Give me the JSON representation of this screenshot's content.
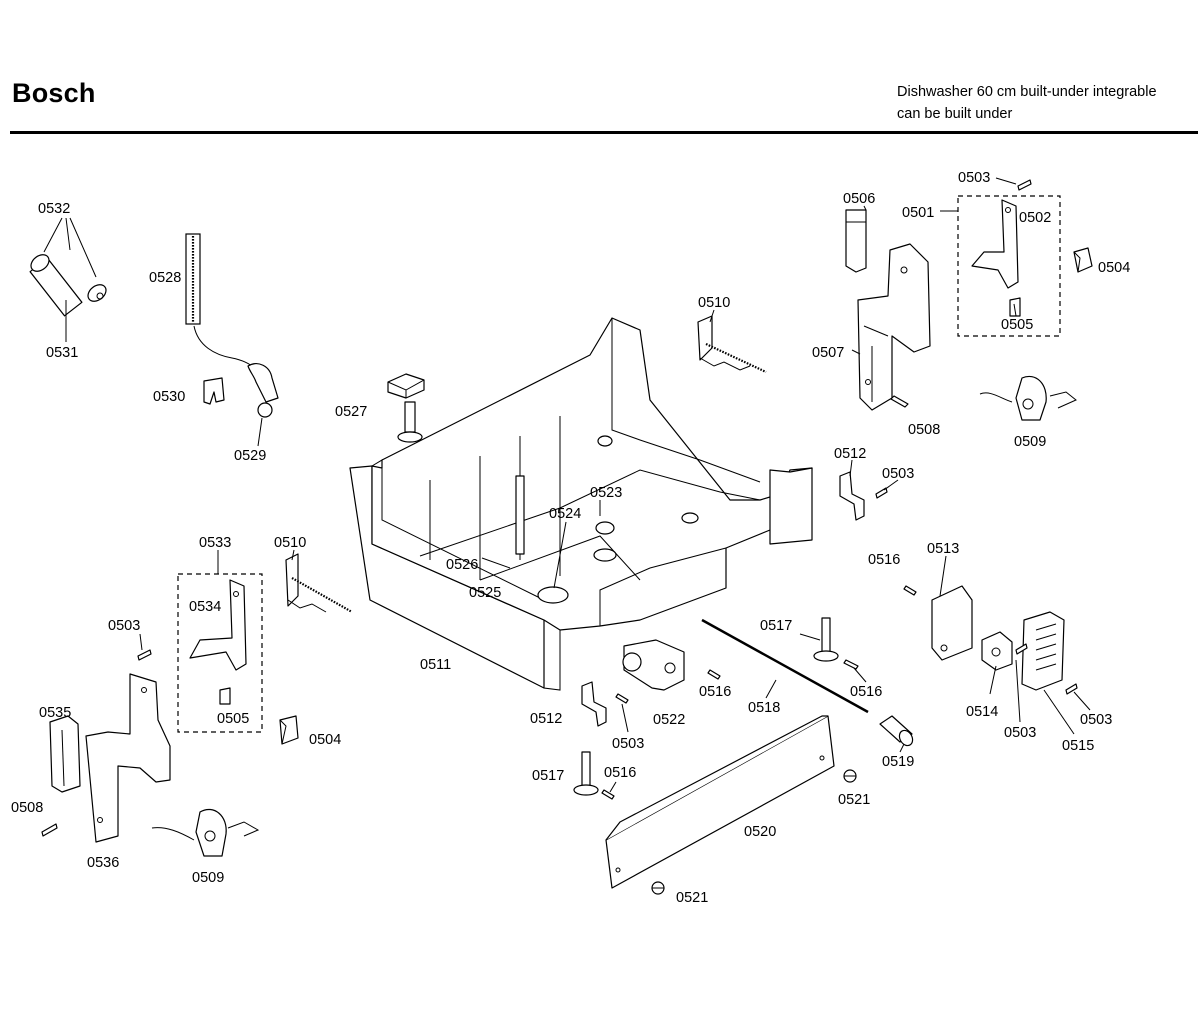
{
  "header": {
    "brand": "Bosch",
    "subtitle_line1": "Dishwasher 60 cm built-under integrable",
    "subtitle_line2": "can be built under"
  },
  "callouts": {
    "c0532": "0532",
    "c0531": "0531",
    "c0528": "0528",
    "c0530": "0530",
    "c0529": "0529",
    "c0527": "0527",
    "c0510a": "0510",
    "c0510b": "0510",
    "c0506": "0506",
    "c0501": "0501",
    "c0503a": "0503",
    "c0502": "0502",
    "c0504a": "0504",
    "c0505a": "0505",
    "c0507": "0507",
    "c0508a": "0508",
    "c0509a": "0509",
    "c0512a": "0512",
    "c0503b": "0503",
    "c0523": "0523",
    "c0524": "0524",
    "c0526": "0526",
    "c0525": "0525",
    "c0533": "0533",
    "c0534": "0534",
    "c0505b": "0505",
    "c0504b": "0504",
    "c0503c": "0503",
    "c0535": "0535",
    "c0508b": "0508",
    "c0536": "0536",
    "c0509b": "0509",
    "c0511": "0511",
    "c0516a": "0516",
    "c0513": "0513",
    "c0517a": "0517",
    "c0516b": "0516",
    "c0516c": "0516",
    "c0518": "0518",
    "c0512b": "0512",
    "c0503d": "0503",
    "c0522": "0522",
    "c0514": "0514",
    "c0503e": "0503",
    "c0503f": "0503",
    "c0515": "0515",
    "c0519": "0519",
    "c0517b": "0517",
    "c0516d": "0516",
    "c0521a": "0521",
    "c0520": "0520",
    "c0521b": "0521"
  }
}
